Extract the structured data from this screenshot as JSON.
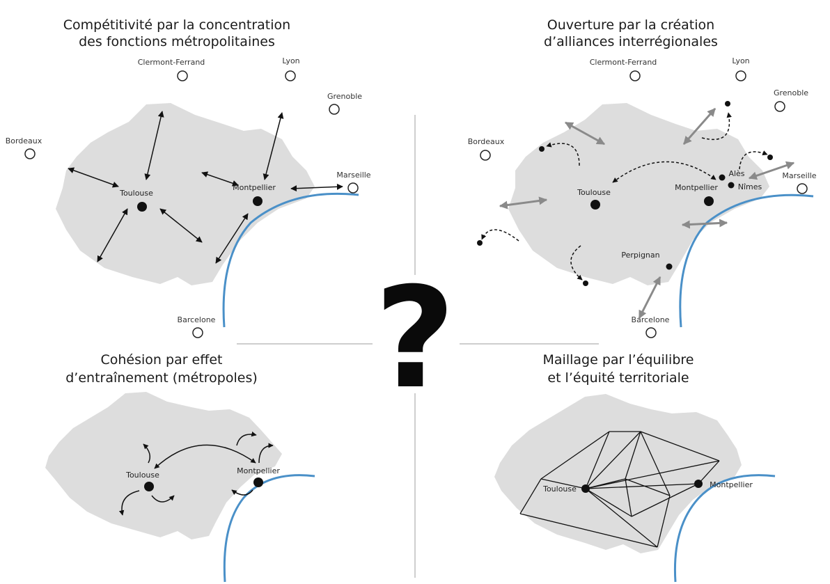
{
  "quadrants": {
    "top_left": {
      "title_line1": "Compétitivité par la concentration",
      "title_line2": "des fonctions métropolitaines",
      "cities": {
        "clermont": "Clermont-Ferrand",
        "lyon": "Lyon",
        "grenoble": "Grenoble",
        "bordeaux": "Bordeaux",
        "marseille": "Marseille",
        "barcelone": "Barcelone",
        "toulouse": "Toulouse",
        "montpellier": "Montpellier"
      }
    },
    "top_right": {
      "title_line1": "Ouverture par la création",
      "title_line2": "d’alliances interrégionales",
      "cities": {
        "clermont": "Clermont-Ferrand",
        "lyon": "Lyon",
        "grenoble": "Grenoble",
        "bordeaux": "Bordeaux",
        "marseille": "Marseille",
        "barcelone": "Barcelone",
        "toulouse": "Toulouse",
        "montpellier": "Montpellier",
        "ales": "Alès",
        "nimes": "Nîmes",
        "perpignan": "Perpignan"
      }
    },
    "bottom_left": {
      "title_line1": "Cohésion par effet",
      "title_line2": "d’entraînement (métropoles)",
      "cities": {
        "toulouse": "Toulouse",
        "montpellier": "Montpellier"
      }
    },
    "bottom_right": {
      "title_line1": "Maillage par l’équilibre",
      "title_line2": "et l’équité territoriale",
      "cities": {
        "toulouse": "Toulouse",
        "montpellier": "Montpellier"
      }
    }
  },
  "center_symbol": "?",
  "colors": {
    "region_fill": "#dddddd",
    "coast": "#4a90c8",
    "arrow_black": "#111111",
    "arrow_gray": "#8a8a8a"
  }
}
